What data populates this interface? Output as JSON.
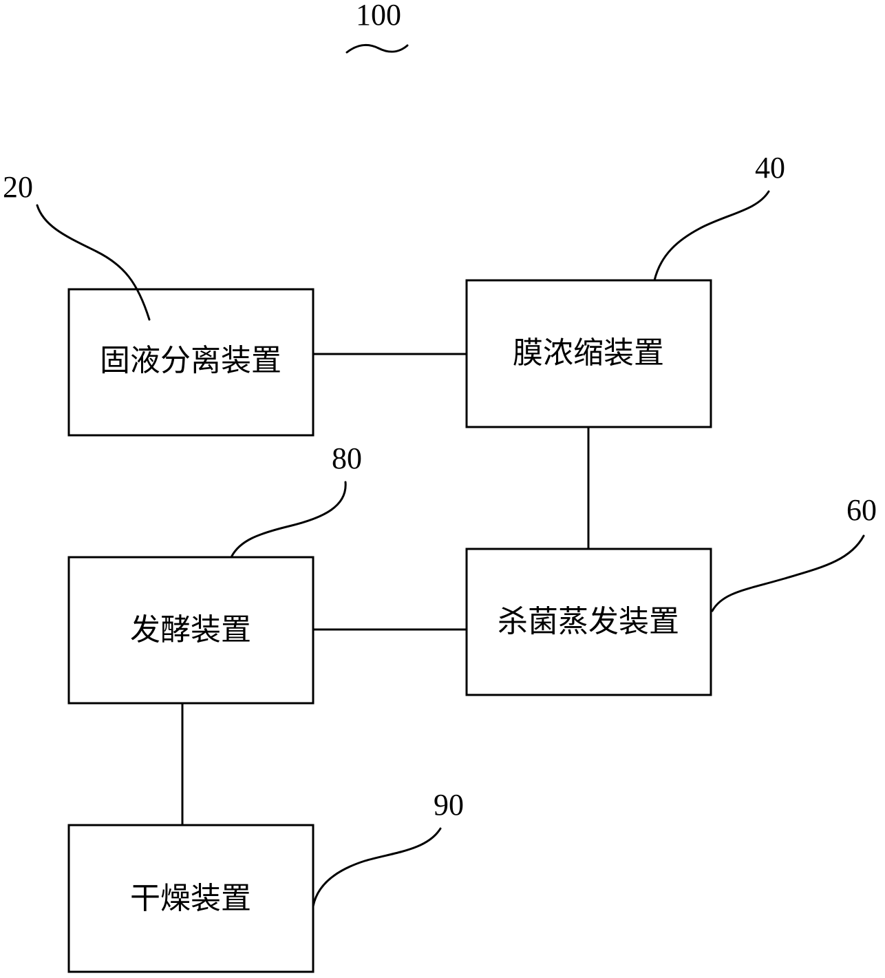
{
  "figure": {
    "figure_ref": "100"
  },
  "boxes": {
    "solid_liquid": {
      "ref": "20",
      "label": "固液分离装置"
    },
    "membrane": {
      "ref": "40",
      "label": "膜浓缩装置"
    },
    "sterilize": {
      "ref": "60",
      "label": "杀菌蒸发装置"
    },
    "ferment": {
      "ref": "80",
      "label": "发酵装置"
    },
    "dry": {
      "ref": "90",
      "label": "干燥装置"
    }
  },
  "connections": [
    {
      "from": "固液分离装置",
      "to": "膜浓缩装置"
    },
    {
      "from": "膜浓缩装置",
      "to": "杀菌蒸发装置"
    },
    {
      "from": "杀菌蒸发装置",
      "to": "发酵装置"
    },
    {
      "from": "发酵装置",
      "to": "干燥装置"
    }
  ]
}
